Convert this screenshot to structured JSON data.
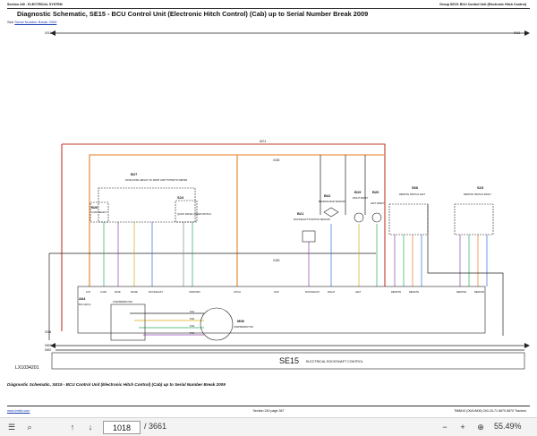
{
  "header": {
    "left": "Section 240 - ELECTRICAL SYSTEM",
    "right": "Group SE15: BCU Control Unit (Electronic Hitch Control)"
  },
  "title": "Diagnostic Schematic, SE15 - BCU Control Unit (Electronic Hitch Control) (Cab) up to Serial Number Break 2009",
  "see_prefix": "See",
  "see_link": "Serial Number Break 2009",
  "wires": {
    "top_bus": "0013",
    "top_bus_right": "0013",
    "power": "5474",
    "w1": "X430",
    "w2": "X430"
  },
  "components": {
    "b26": "B26",
    "b26_label": "LOAD SELECT",
    "b27": "B27",
    "b27_label": "RATE RAISE HEIGHT OF DROP LIMIT POTENTIO METER",
    "s24": "S24",
    "s24_label": "QUICK RAISE LOWER SWITCH",
    "b21": "B21",
    "b21_label": "ROCKSHAFT POSITION SENSOR",
    "b41": "B41",
    "b41_label": "BENDING BAR SENSOR",
    "b19": "B19",
    "b19_label": "RIGHT DRAFT",
    "b20": "B20",
    "b20_label": "LEFT DRAFT",
    "s66": "S66",
    "s66_label": "REMOTE SWITCH LEFT",
    "s23": "S23",
    "s23_label": "REMOTE SWITCH RIGHT",
    "a64": "A64",
    "a64_label": "BCU (ECU)",
    "m08": "M08",
    "m08_label": "STEPPERMOTOR",
    "stepper_label": "STEPPERMOTOR"
  },
  "pins": [
    "LNV EXT",
    "LOAD DEPHT",
    "RATE RAISE LIMIT",
    "RAISE HEIGHT",
    "ROCKSHAFT SPEED",
    "UP/DOWN SIGNAL ROCKER SWITCH",
    "HITCH SUPPLY",
    "SLIP SET",
    "ROCKSHAFT POS",
    "RIGHT DRAFT",
    "LEFT DRAFT",
    "REMOTE LOWER LEFT",
    "REMOTE RAISE LEFT",
    "REMOTE LOWER RIGHT",
    "REMOTE RAISE RIGHT"
  ],
  "stepper_pins": [
    "PH1",
    "PH2",
    "PH3",
    "PH4"
  ],
  "bottom_bus": [
    "0000",
    "0000"
  ],
  "ground_bus": "0016",
  "module_tag": "SE15",
  "module_name": "ELECTRICAL ROCKSHAFT CONTROL",
  "figure_id": "LX1034201",
  "caption": "Diagnostic Schematic, SE15 - BCU Control Unit (Electronic Hitch Control) (Cab) up to Serial Number Break 2009",
  "footer": {
    "left": "www.tmtbb.com",
    "center": "Section 240 page 367",
    "right": "TM8810 (06JUN06) 240-15-71 6870 6870 Tractors"
  },
  "toolbar": {
    "page_current": "1018",
    "page_total": "/ 3661",
    "zoom": "55.49%"
  },
  "colors": {
    "power_wire": "#c0392b",
    "orange_wire": "#e67e22",
    "wire_dark": "#222222",
    "wire_green": "#27ae60",
    "wire_purple": "#8e44ad",
    "wire_yellow": "#d4ac0d",
    "wire_blue": "#2e6fd8",
    "wire_gray": "#7f8c8d"
  }
}
